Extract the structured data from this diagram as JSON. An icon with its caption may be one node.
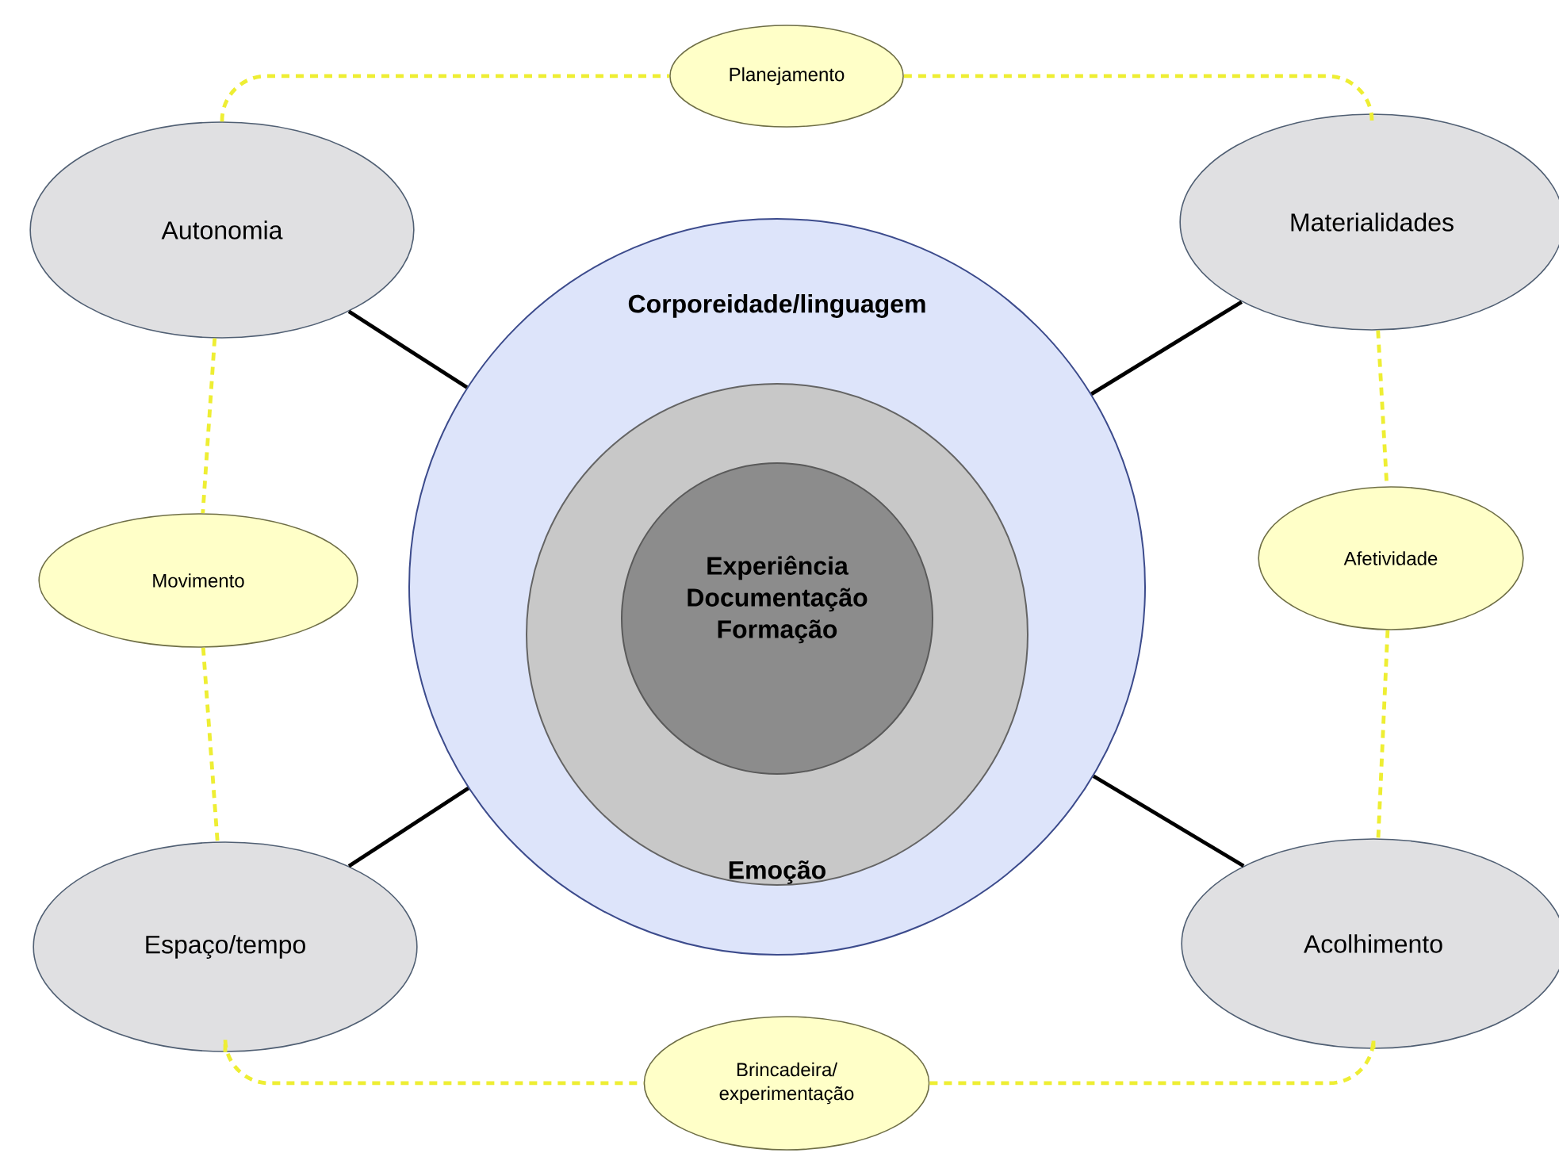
{
  "diagram": {
    "nodes": [
      {
        "text": [
          "Planejamento"
        ]
      },
      {
        "text": [
          "Autonomia"
        ]
      },
      {
        "text": [
          "Materialidades"
        ]
      },
      {
        "text": [
          "Corporeidade/linguagem"
        ]
      },
      {
        "text": [
          "Emoção"
        ],
        "in": 3
      },
      {
        "text": [
          "Experiência Documentação Formação"
        ],
        "in": 4
      },
      {
        "text": [
          "Movimento"
        ]
      },
      {
        "text": [
          "Afetividade"
        ]
      },
      {
        "text": [
          "Espaço/tempo"
        ]
      },
      {
        "text": [
          "Acolhimento"
        ]
      },
      {
        "text": [
          "Brincadeira/ experimentação"
        ]
      }
    ],
    "edges": [
      {
        "from": 1,
        "to": 0,
        "arrow": "none",
        "style": "dashed",
        "color": "#eeee33"
      },
      {
        "from": 0,
        "to": 2,
        "arrow": "none",
        "style": "dashed",
        "color": "#eeee33"
      },
      {
        "from": 1,
        "to": 6,
        "arrow": "none",
        "style": "dashed",
        "color": "#eeee33"
      },
      {
        "from": 6,
        "to": 8,
        "arrow": "none",
        "style": "dashed",
        "color": "#eeee33"
      },
      {
        "from": 2,
        "to": 7,
        "arrow": "none",
        "style": "dashed",
        "color": "#eeee33"
      },
      {
        "from": 7,
        "to": 9,
        "arrow": "none",
        "style": "dashed",
        "color": "#eeee33"
      },
      {
        "from": 8,
        "to": 10,
        "arrow": "none",
        "style": "dashed",
        "color": "#eeee33"
      },
      {
        "from": 10,
        "to": 9,
        "arrow": "none",
        "style": "dashed",
        "color": "#eeee33"
      },
      {
        "from": 1,
        "to": 3,
        "arrow": "none",
        "color": "#000000"
      },
      {
        "from": 2,
        "to": 3,
        "arrow": "none",
        "color": "#000000"
      },
      {
        "from": 8,
        "to": 3,
        "arrow": "none",
        "color": "#000000"
      },
      {
        "from": 9,
        "to": 3,
        "arrow": "none",
        "color": "#000000"
      }
    ]
  }
}
